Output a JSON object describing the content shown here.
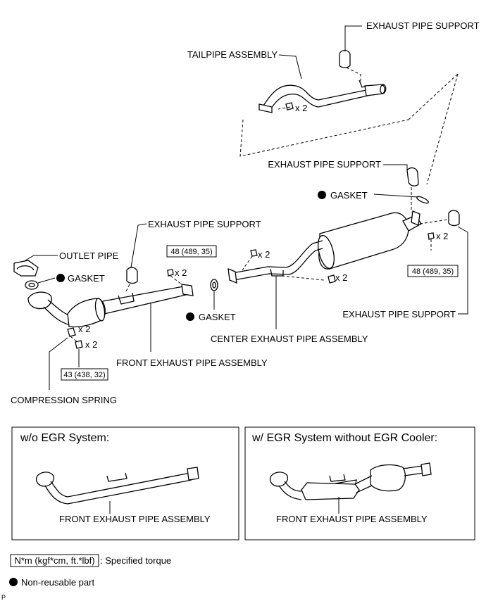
{
  "labels": {
    "exhaust_pipe_support_top": "EXHAUST PIPE SUPPORT",
    "tailpipe_assembly": "TAILPIPE ASSEMBLY",
    "tail_bolt_qty": "x 2",
    "exhaust_pipe_support_mid": "EXHAUST PIPE SUPPORT",
    "gasket_rear": "GASKET",
    "exhaust_pipe_support_left": "EXHAUST PIPE SUPPORT",
    "outlet_pipe": "OUTLET PIPE",
    "gasket_front": "GASKET",
    "torque_front_flange": "48 (489, 35)",
    "front_nut_qty": "x 2",
    "center_bolt_qty": "x 2",
    "center_nut_qty": "x 2",
    "torque_rear": "48 (489, 35)",
    "rear_nut_qty": "x 2",
    "gasket_center": "GASKET",
    "center_exhaust_pipe_assembly": "CENTER EXHAUST PIPE ASSEMBLY",
    "exhaust_pipe_support_right": "EXHAUST PIPE SUPPORT",
    "spring_qty": "x 2",
    "bolt_qty": "x 2",
    "torque_manifold": "43 (438, 32)",
    "front_exhaust_pipe_assembly": "FRONT EXHAUST PIPE ASSEMBLY",
    "compression_spring": "COMPRESSION SPRING"
  },
  "variants": [
    {
      "title": "w/o EGR System:",
      "part_label": "FRONT EXHAUST PIPE ASSEMBLY"
    },
    {
      "title": "w/ EGR System without EGR Cooler:",
      "part_label": "FRONT EXHAUST PIPE ASSEMBLY"
    }
  ],
  "legend": {
    "torque_box": "N*m (kgf*cm, ft.*lbf)",
    "torque_desc": ": Specified torque",
    "non_reusable": "Non-reusable part"
  },
  "corner_mark": "P"
}
